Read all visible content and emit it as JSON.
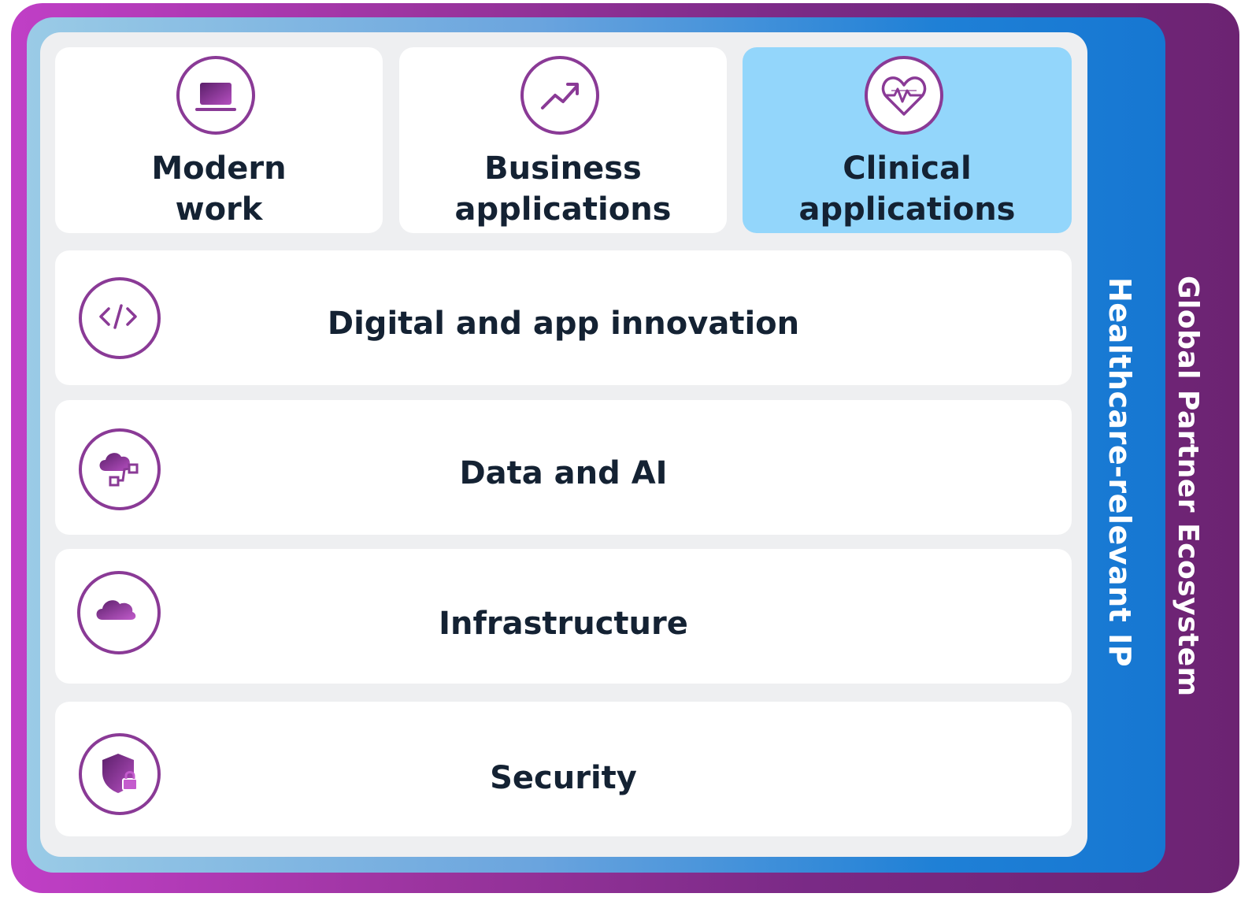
{
  "frames": {
    "outer_label": "Global Partner Ecosystem",
    "middle_label": "Healthcare-relevant IP"
  },
  "top_cards": [
    {
      "label": "Modern\nwork",
      "icon": "laptop-icon",
      "highlighted": false
    },
    {
      "label": "Business\napplications",
      "icon": "trending-up-icon",
      "highlighted": false
    },
    {
      "label": "Clinical\napplications",
      "icon": "heart-pulse-icon",
      "highlighted": true
    }
  ],
  "rows": [
    {
      "label": "Digital and app innovation",
      "icon": "code-icon"
    },
    {
      "label": "Data and AI",
      "icon": "cloud-data-icon"
    },
    {
      "label": "Infrastructure",
      "icon": "cloud-icon"
    },
    {
      "label": "Security",
      "icon": "shield-lock-icon"
    }
  ],
  "colors": {
    "outer_frame": "#9a349e",
    "middle_frame": "#1f80d6",
    "highlight_card": "#93d6fb",
    "text": "#142233",
    "icon_ring": "#8a3a96"
  }
}
